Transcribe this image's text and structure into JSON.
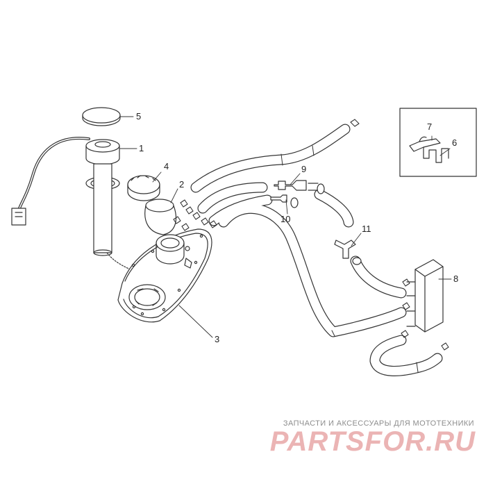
{
  "colors": {
    "ink": "#333333",
    "hose_fill": "#ffffff",
    "watermark_red": "#ebb4b4",
    "watermark_gray": "#8d8d8d"
  },
  "callouts": [
    "1",
    "2",
    "3",
    "4",
    "5",
    "6",
    "7",
    "8",
    "9",
    "10",
    "11"
  ],
  "watermark": {
    "tagline": "ЗАПЧАСТИ И АКСЕССУАРЫ ДЛЯ МОТОТЕХНИКИ",
    "logo": "PARTSFOR.RU"
  }
}
